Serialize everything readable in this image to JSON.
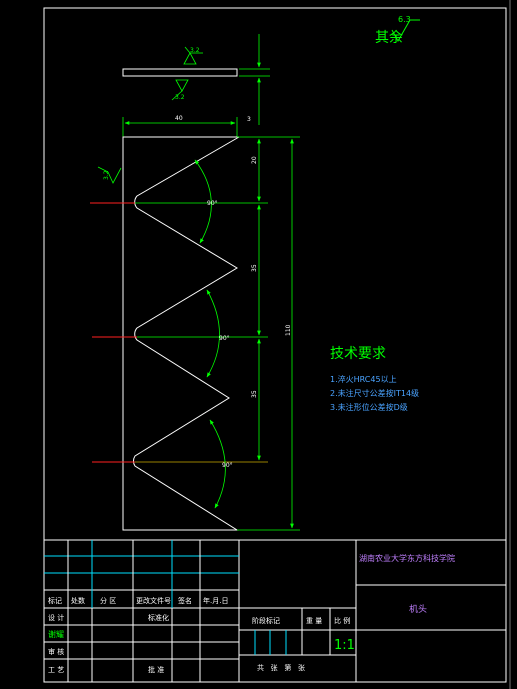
{
  "colors": {
    "background": "#000000",
    "frame": "#ffffff",
    "dimension": "#00ff00",
    "centerline": "#ff2020",
    "title_text": "#c080ff",
    "tech_title": "#00ff00",
    "tech_items": "#4aa3ff",
    "table_text": "#ffffff",
    "table_green": "#00ff00",
    "grid_cyan": "#00e0ff"
  },
  "roughness": {
    "other": "其余",
    "other_value": "6.3",
    "top_symbol": "3.2",
    "bottom_symbol": "3.2",
    "left_symbol": "3.2"
  },
  "dimensions": {
    "plate_thickness": "3",
    "width": "40",
    "total_height": "110",
    "segment_top": "20",
    "segment_2": "35",
    "segment_3": "35",
    "angle_1": "90°",
    "angle_2": "90°",
    "angle_3": "90°"
  },
  "tech": {
    "title": "技术要求",
    "items": [
      "1.淬火HRC45以上",
      "2.未注尺寸公差按IT14级",
      "3.未注形位公差按D级"
    ]
  },
  "title_block": {
    "school": "湖南农业大学东方科技学院",
    "part_name": "机头",
    "header_labels": [
      "标记",
      "处数",
      "分 区",
      "更改文件号",
      "签名",
      "年.月.日"
    ],
    "design": "设 计",
    "designer": "谢耀",
    "standard": "标准化",
    "review": "审 核",
    "process": "工 艺",
    "approve": "批 准",
    "stage_mark": "阶段标记",
    "weight": "重 量",
    "scale_label": "比 例",
    "scale": "1:1",
    "sheet": "共   张   第   张"
  }
}
